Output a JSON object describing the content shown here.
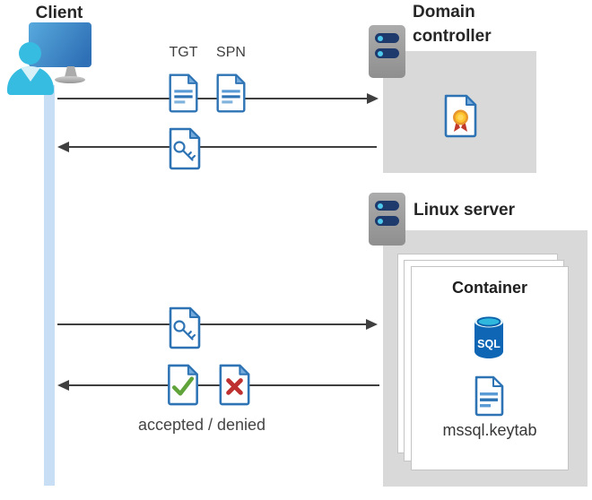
{
  "client": {
    "label": "Client"
  },
  "domain_controller": {
    "label": "Domain controller"
  },
  "linux_server": {
    "label": "Linux server"
  },
  "container": {
    "label": "Container",
    "sql_label": "SQL",
    "keytab_label": "mssql.keytab"
  },
  "flows": {
    "tgt_label": "TGT",
    "spn_label": "SPN",
    "accepted_denied_label": "accepted / denied"
  },
  "icons": {
    "client": "person-at-monitor-icon",
    "servers": "server-rack-icon",
    "tickets": "document-icon",
    "session_key": "key-document-icon",
    "certificate": "certificate-document-icon",
    "accepted": "check-document-icon",
    "denied": "x-document-icon",
    "database": "sql-database-icon",
    "keytab": "document-icon"
  },
  "colors": {
    "doc_border_blue": "#2e74b5",
    "doc_fold_blue": "#74abdc",
    "doc_line_blue": "#5b9bd5",
    "check_green": "#5fa33a",
    "deny_red": "#be3030",
    "ribbon_red": "#c0392b",
    "rosette_yellow": "#ffc32b",
    "sql_blue": "#0e66b4",
    "sql_top_cyan": "#2fb7de",
    "gray_box": "#d9d9d9",
    "lifeline_blue": "#c8def5",
    "arrow_gray": "#3f3f3f",
    "monitor_blue": "#2e6fb5",
    "person_cyan": "#36bce1",
    "server_navy": "#1e3a6d",
    "server_dot_cyan": "#4ec8ec"
  }
}
